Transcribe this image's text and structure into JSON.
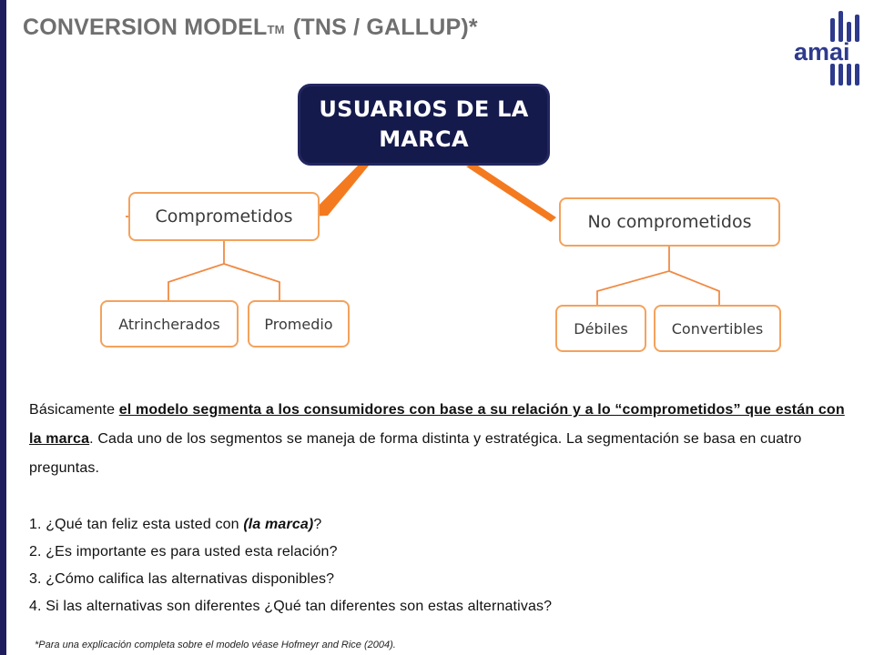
{
  "header": {
    "title_main": "CONVERSION MODEL",
    "title_tm": "TM",
    "title_rest": " (TNS / GALLUP)*",
    "logo_text": "amai"
  },
  "diagram": {
    "root": {
      "line1": "USUARIOS DE LA",
      "line2": "MARCA"
    },
    "branches": [
      {
        "label": "Comprometidos",
        "children": [
          "Atrincherados",
          "Promedio"
        ]
      },
      {
        "label": "No comprometidos",
        "children": [
          "Débiles",
          "Convertibles"
        ]
      }
    ]
  },
  "body": {
    "intro": "Básicamente ",
    "emphasis": "el modelo segmenta a los consumidores con base a su relación y a lo “comprometidos” que están con la marca",
    "rest": ". Cada uno de los segmentos se maneja de forma distinta y estratégica. La segmentación se basa en cuatro preguntas."
  },
  "questions": [
    {
      "pre": "1. ¿Qué tan feliz esta usted con ",
      "bold": "(la marca)",
      "post": "?"
    },
    {
      "pre": "2. ¿Es importante es para usted esta relación?",
      "bold": "",
      "post": ""
    },
    {
      "pre": "3. ¿Cómo califica las alternativas disponibles?",
      "bold": "",
      "post": ""
    },
    {
      "pre": "4. Si las alternativas son diferentes ¿Qué tan diferentes son estas alternativas?",
      "bold": "",
      "post": ""
    }
  ],
  "footnote": "*Para una explicación completa sobre el modelo véase Hofmeyr and Rice (2004).",
  "colors": {
    "accent_orange": "#f4a25c",
    "connector_orange": "#f47a20",
    "root_navy": "#151a4d",
    "logo_blue": "#2e3a8c"
  }
}
